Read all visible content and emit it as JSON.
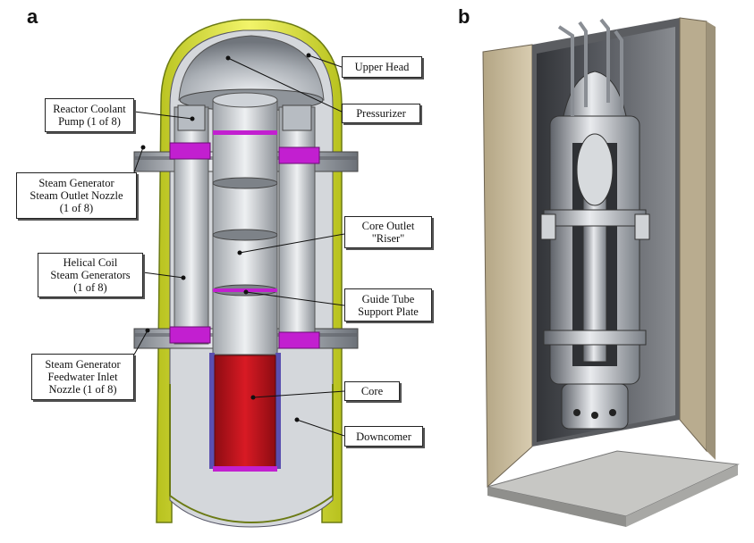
{
  "panels": {
    "a": {
      "letter": "a"
    },
    "b": {
      "letter": "b"
    }
  },
  "labels": {
    "upper_head": "Upper Head",
    "pressurizer": "Pressurizer",
    "reactor_coolant_pump": "Reactor Coolant\nPump (1 of 8)",
    "sg_steam_outlet_nozzle": "Steam Generator\nSteam Outlet Nozzle\n(1 of 8)",
    "core_outlet_riser": "Core Outlet\n\"Riser\"",
    "helical_coil_sg": "Helical Coil\nSteam Generators\n(1 of 8)",
    "guide_tube_support_plate": "Guide Tube\nSupport Plate",
    "sg_feedwater_inlet_nozzle": "Steam Generator\nFeedwater Inlet\nNozzle (1 of 8)",
    "core": "Core",
    "downcomer": "Downcomer"
  },
  "colors": {
    "vessel_yellow": "#e6ea3a",
    "vessel_outline": "#7a8a1a",
    "steel_light": "#d9dce0",
    "steel_mid": "#a8adb3",
    "steel_dark": "#6c7178",
    "magenta": "#c21fd0",
    "core_red": "#c8141e",
    "purple_tubes": "#5a4fb0",
    "concrete": "#c9b99a",
    "concrete_dark": "#8f836c",
    "shadow": "#3e3f42"
  }
}
